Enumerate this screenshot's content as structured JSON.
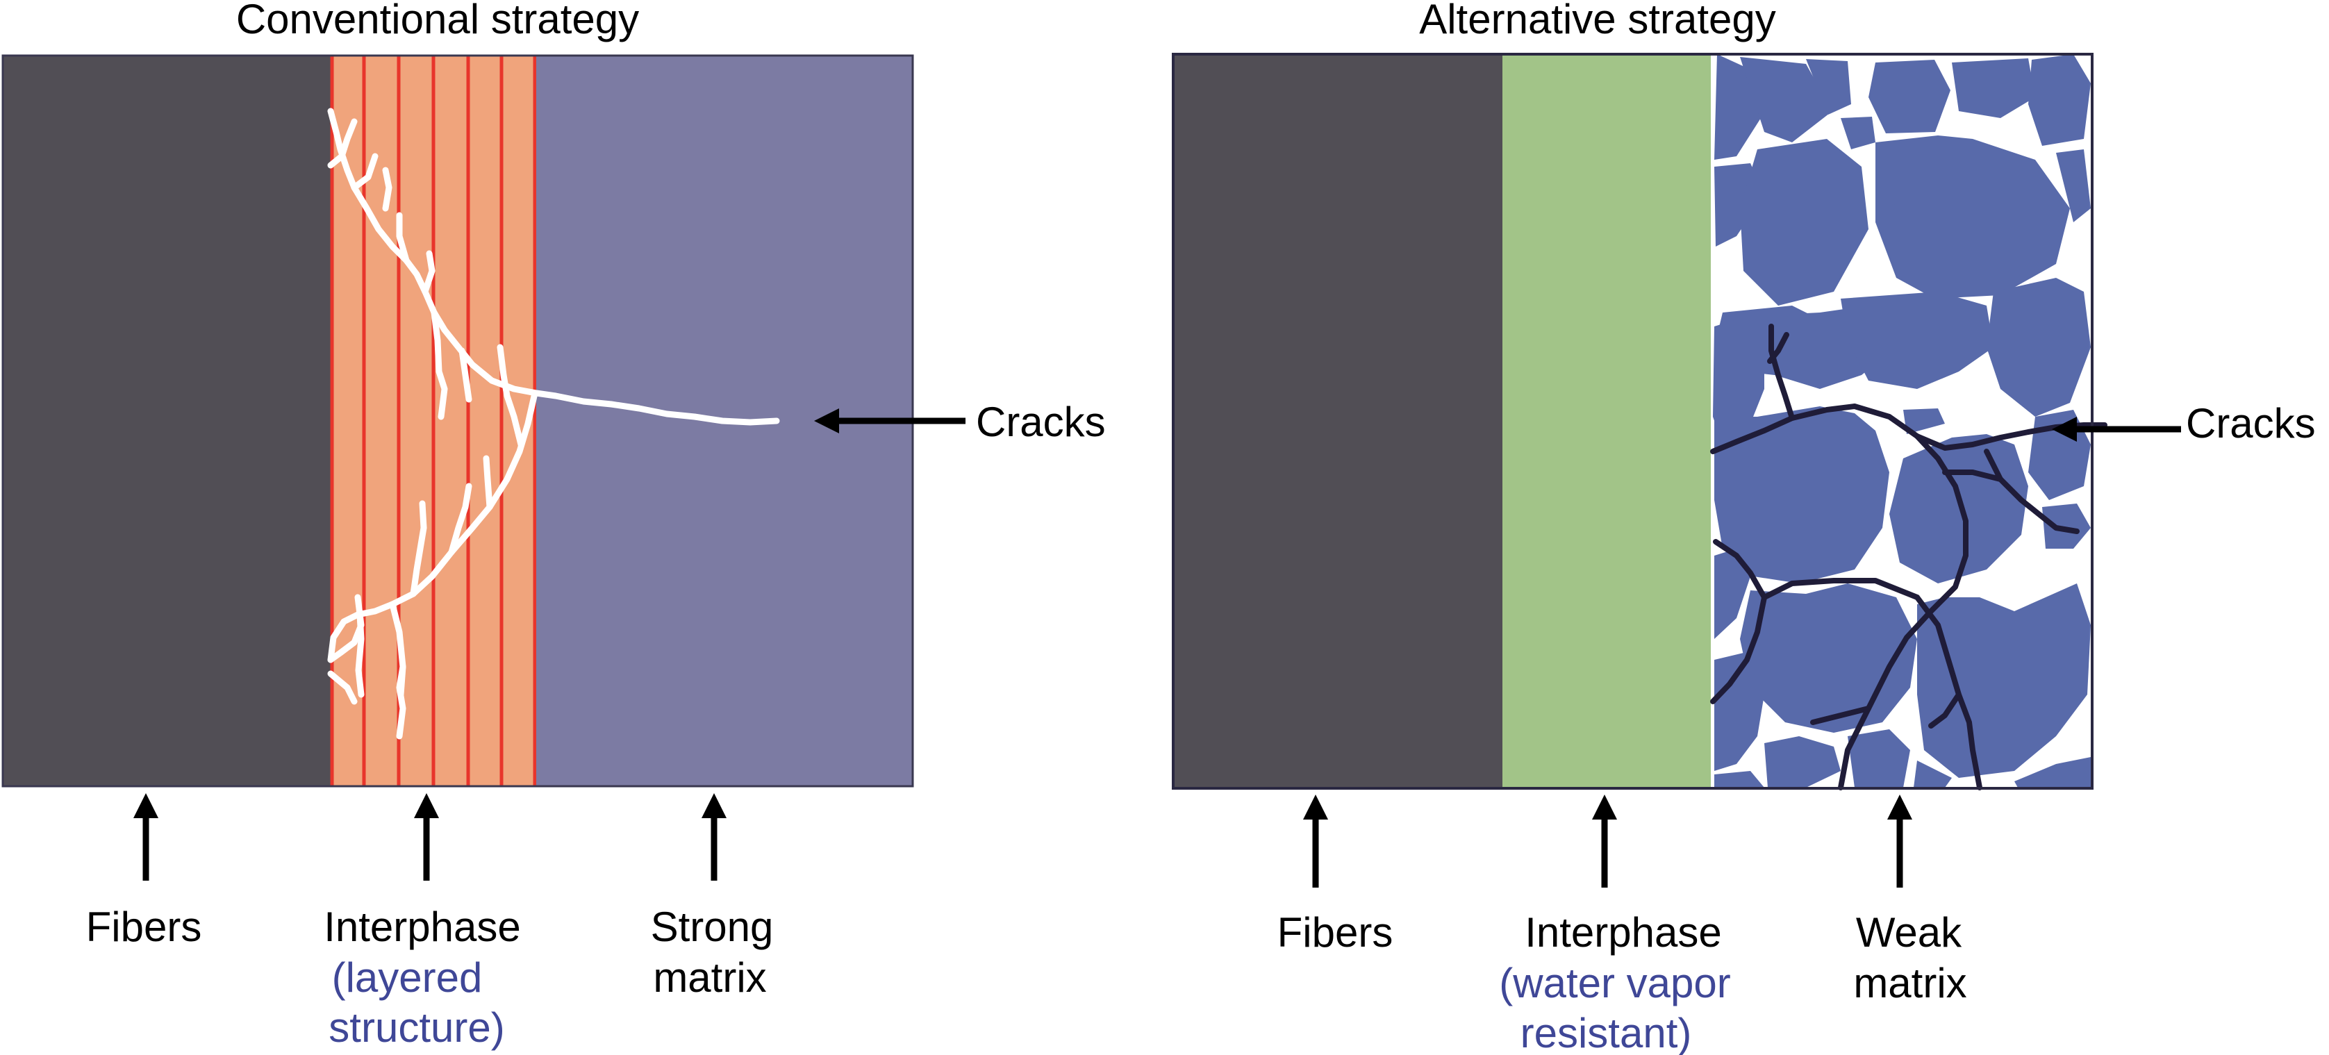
{
  "left_panel": {
    "title": "Conventional strategy",
    "cracks_label": "Cracks",
    "fibers_label": "Fibers",
    "interphase_label": "Interphase",
    "interphase_note_1": "(layered",
    "interphase_note_2": "structure)",
    "matrix_label_1": "Strong",
    "matrix_label_2": "matrix"
  },
  "right_panel": {
    "title": "Alternative strategy",
    "cracks_label": "Cracks",
    "fibers_label": "Fibers",
    "interphase_label": "Interphase",
    "interphase_note_1": "(water vapor",
    "interphase_note_2": "resistant)",
    "matrix_label_1": "Weak",
    "matrix_label_2": "matrix"
  },
  "colors": {
    "fiber": "#514e55",
    "layered_interphase": "#f0a47c",
    "layer_line": "#e8352b",
    "strong_matrix": "#7c7ba3",
    "wv_interphase": "#a2c488",
    "weak_matrix_grain": "#586aaa",
    "dark_crack": "#1f1c38",
    "note_text": "#3f4797"
  }
}
